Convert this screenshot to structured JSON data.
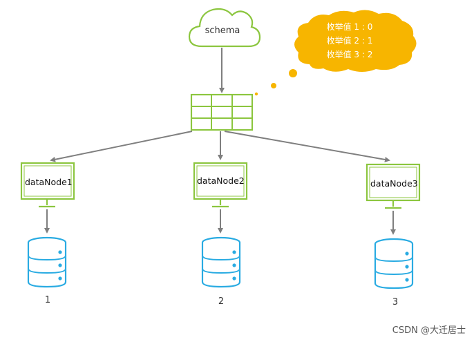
{
  "schema": {
    "label": "schema"
  },
  "enum_bubble": {
    "lines": [
      "枚举值 1 : 0",
      "枚举值 2 : 1",
      "枚举值 3 : 2"
    ]
  },
  "nodes": [
    {
      "label": "dataNode1"
    },
    {
      "label": "dataNode2"
    },
    {
      "label": "dataNode3"
    }
  ],
  "databases": [
    {
      "label": "1"
    },
    {
      "label": "2"
    },
    {
      "label": "3"
    }
  ],
  "watermark": "CSDN @大迁居士",
  "colors": {
    "green": "#8cc63f",
    "orange": "#f7b500",
    "blue": "#29abe2",
    "arrow": "#7f7f7f"
  }
}
